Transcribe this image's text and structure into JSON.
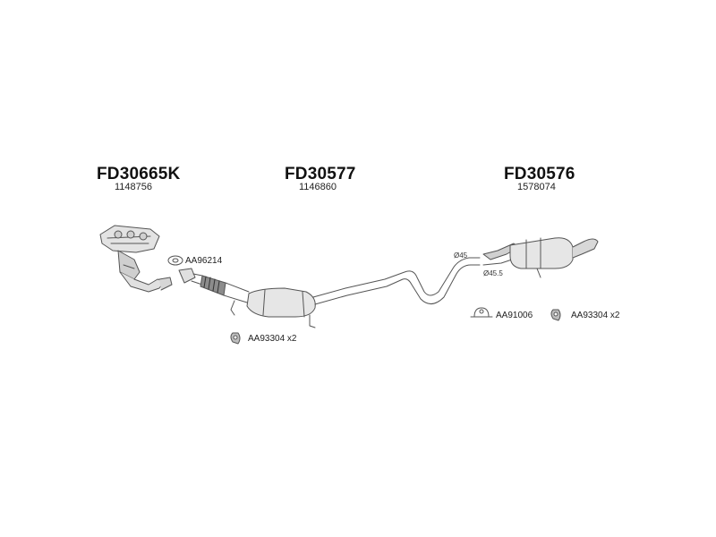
{
  "parts": [
    {
      "code": "FD30665K",
      "number": "1148756"
    },
    {
      "code": "FD30577",
      "number": "1146860"
    },
    {
      "code": "FD30576",
      "number": "1578074"
    }
  ],
  "accessories": [
    {
      "label": "AA96214"
    },
    {
      "label": "AA93304 x2"
    },
    {
      "label": "AA91006"
    },
    {
      "label": "AA93304 x2"
    }
  ],
  "dimensions": [
    {
      "label": "Ø45"
    },
    {
      "label": "Ø45.5"
    }
  ]
}
